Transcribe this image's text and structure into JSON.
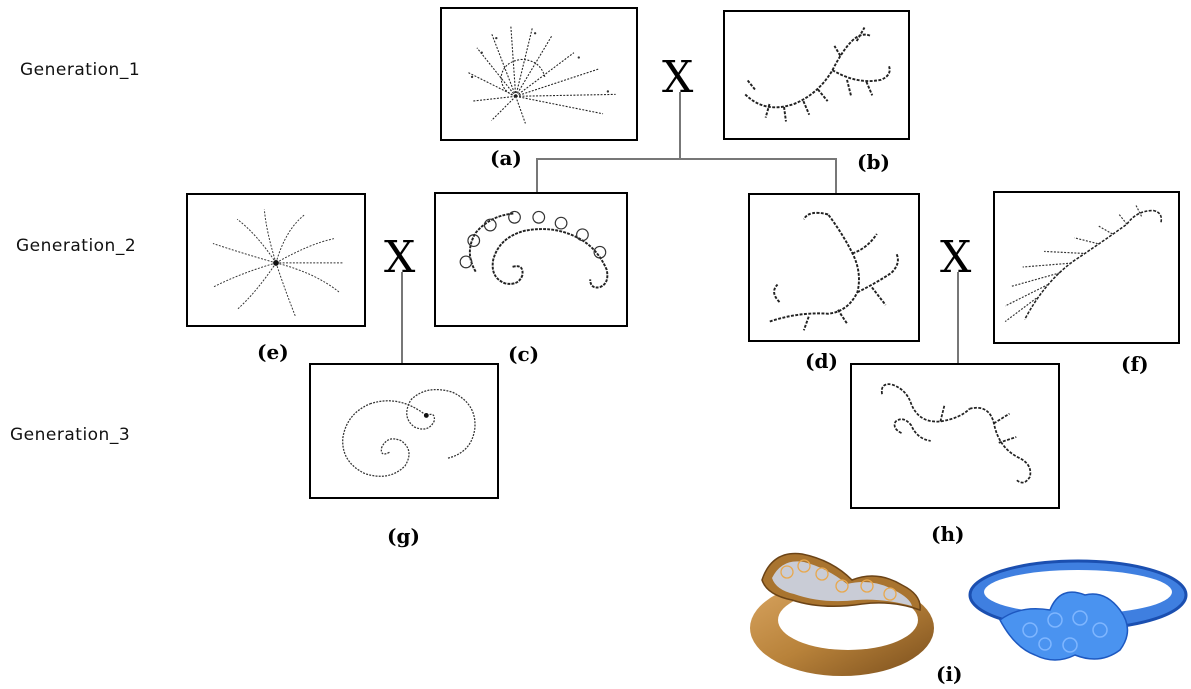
{
  "generations": [
    {
      "label": "Generation_1"
    },
    {
      "label": "Generation_2"
    },
    {
      "label": "Generation_3"
    }
  ],
  "crossover_symbol": "X",
  "panels": [
    {
      "id": "a",
      "caption": "(a)",
      "description": "spiral-fern-fractal"
    },
    {
      "id": "b",
      "caption": "(b)",
      "description": "curled-branch-fractal"
    },
    {
      "id": "c",
      "caption": "(c)",
      "description": "scroll-spiral-fractal"
    },
    {
      "id": "d",
      "caption": "(d)",
      "description": "twisted-branch-fractal"
    },
    {
      "id": "e",
      "caption": "(e)",
      "description": "pinwheel-fractal"
    },
    {
      "id": "f",
      "caption": "(f)",
      "description": "feather-spiral-fractal"
    },
    {
      "id": "g",
      "caption": "(g)",
      "description": "double-spiral-fractal"
    },
    {
      "id": "h",
      "caption": "(h)",
      "description": "wavy-spiral-fractal"
    }
  ],
  "products": {
    "caption": "(i)",
    "items": [
      "wooden-ring",
      "blue-wax-ring"
    ]
  },
  "colors": {
    "wood": "#b8823a",
    "wax_blue": "#2f6fd6",
    "stroke": "#000000",
    "connector": "#777777"
  }
}
